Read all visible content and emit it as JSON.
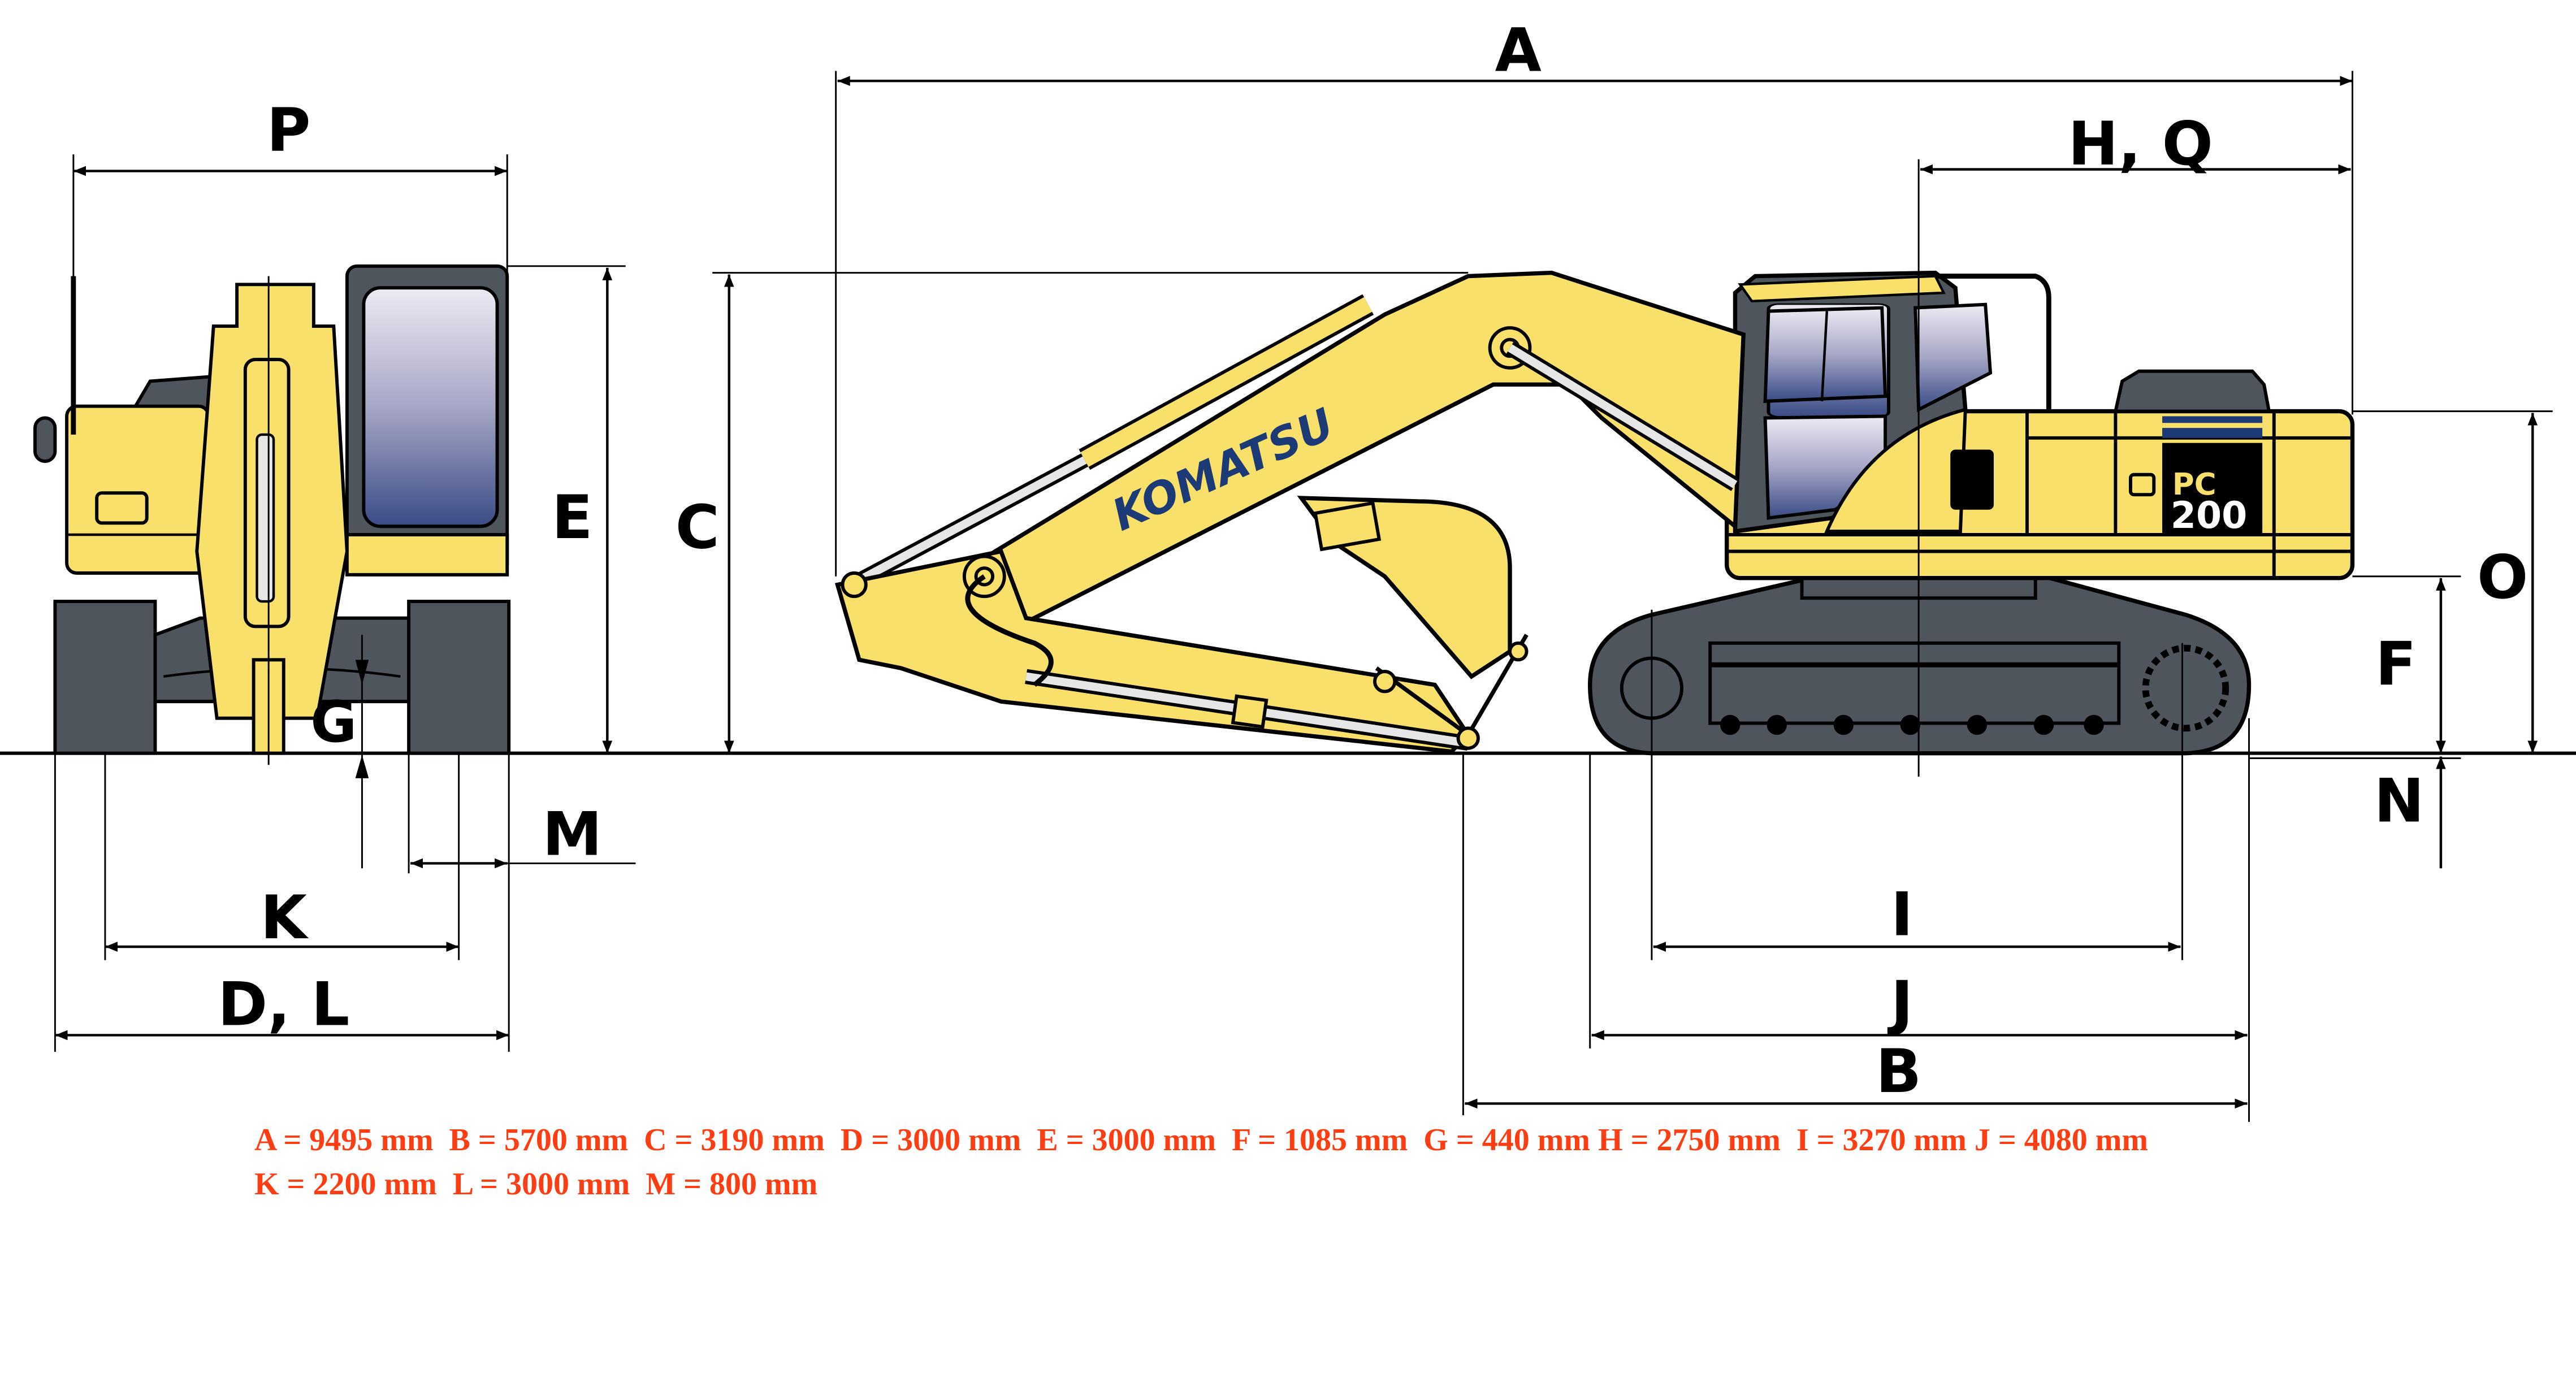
{
  "diagram": {
    "subject": "Komatsu PC200 crawler excavator dimension drawing",
    "brand_logo": "KOMATSU",
    "model_badge": {
      "prefix": "PC",
      "number": "200"
    },
    "colors": {
      "body_yellow": "#F9E06A",
      "undercarriage_gray": "#4E555C",
      "brand_blue": "#1C3A76",
      "spec_text_red": "#FF3D12",
      "glass_top": "#E8E6F0",
      "glass_bottom": "#3A4C86"
    },
    "front_view_labels": {
      "P": "P",
      "E": "E",
      "G": "G",
      "M": "M",
      "K": "K",
      "DL": "D, L"
    },
    "side_view_labels": {
      "A": "A",
      "HQ": "H, Q",
      "C": "C",
      "O": "O",
      "F": "F",
      "N": "N",
      "I": "I",
      "J": "J",
      "B": "B"
    },
    "specs": {
      "line1": "A = 9495 mm  B = 5700 mm  C = 3190 mm  D = 3000 mm  E = 3000 mm  F = 1085 mm  G = 440 mm H = 2750 mm  I = 3270 mm J = 4080 mm",
      "line2": "K = 2200 mm  L = 3000 mm  M = 800 mm",
      "items": [
        {
          "key": "A",
          "value": "9495",
          "unit": "mm"
        },
        {
          "key": "B",
          "value": "5700",
          "unit": "mm"
        },
        {
          "key": "C",
          "value": "3190",
          "unit": "mm"
        },
        {
          "key": "D",
          "value": "3000",
          "unit": "mm"
        },
        {
          "key": "E",
          "value": "3000",
          "unit": "mm"
        },
        {
          "key": "F",
          "value": "1085",
          "unit": "mm"
        },
        {
          "key": "G",
          "value": "440",
          "unit": "mm"
        },
        {
          "key": "H",
          "value": "2750",
          "unit": "mm"
        },
        {
          "key": "I",
          "value": "3270",
          "unit": "mm"
        },
        {
          "key": "J",
          "value": "4080",
          "unit": "mm"
        },
        {
          "key": "K",
          "value": "2200",
          "unit": "mm"
        },
        {
          "key": "L",
          "value": "3000",
          "unit": "mm"
        },
        {
          "key": "M",
          "value": "800",
          "unit": "mm"
        }
      ]
    }
  }
}
